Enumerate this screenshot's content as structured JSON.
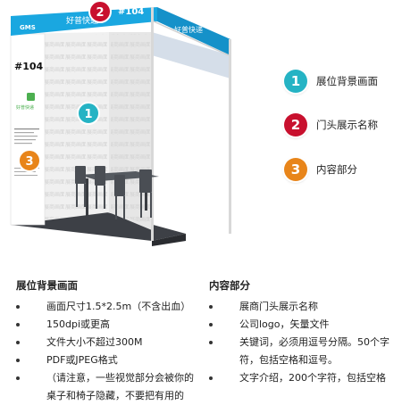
{
  "booth": {
    "number": "#104",
    "header_text_left": "好普快递",
    "header_text_right": "好普快递",
    "logo_text": "GMS",
    "wall_logo_text": "好普快递",
    "watermark": "展商画面",
    "markers": [
      "1",
      "2",
      "3"
    ]
  },
  "legend": [
    {
      "num": "1",
      "label": "展位背景画面",
      "color": "#25b3c4"
    },
    {
      "num": "2",
      "label": "门头展示名称",
      "color": "#c8102e"
    },
    {
      "num": "3",
      "label": "内容部分",
      "color": "#e8851a"
    }
  ],
  "left_section": {
    "title": "展位背景画面",
    "items": [
      {
        "text": "画面尺寸1.5*2.5m（不含出血）"
      },
      {
        "text": "150dpi或更高"
      },
      {
        "text": "文件大小不超过300M"
      },
      {
        "text": "PDF或JPEG格式"
      },
      {
        "text": "（请注意，一些视觉部分会被你的",
        "cont": "桌子和椅子隐藏，不要把有用的"
      }
    ]
  },
  "right_section": {
    "title": "内容部分",
    "items": [
      {
        "text": "展商门头展示名称"
      },
      {
        "text": "公司logo，矢量文件"
      },
      {
        "text": "关键词，必须用逗号分隔。50个字",
        "cont": "符，包括空格和逗号。"
      },
      {
        "text": "文字介绍，200个字符，包括空格"
      }
    ]
  },
  "colors": {
    "header_blue": "#1aa7e0",
    "marker_teal": "#25b3c4",
    "marker_red": "#c8102e",
    "marker_orange": "#e8851a",
    "floor": "#3d4046",
    "wall": "#ececec",
    "right_panel": "#b9c8da"
  }
}
